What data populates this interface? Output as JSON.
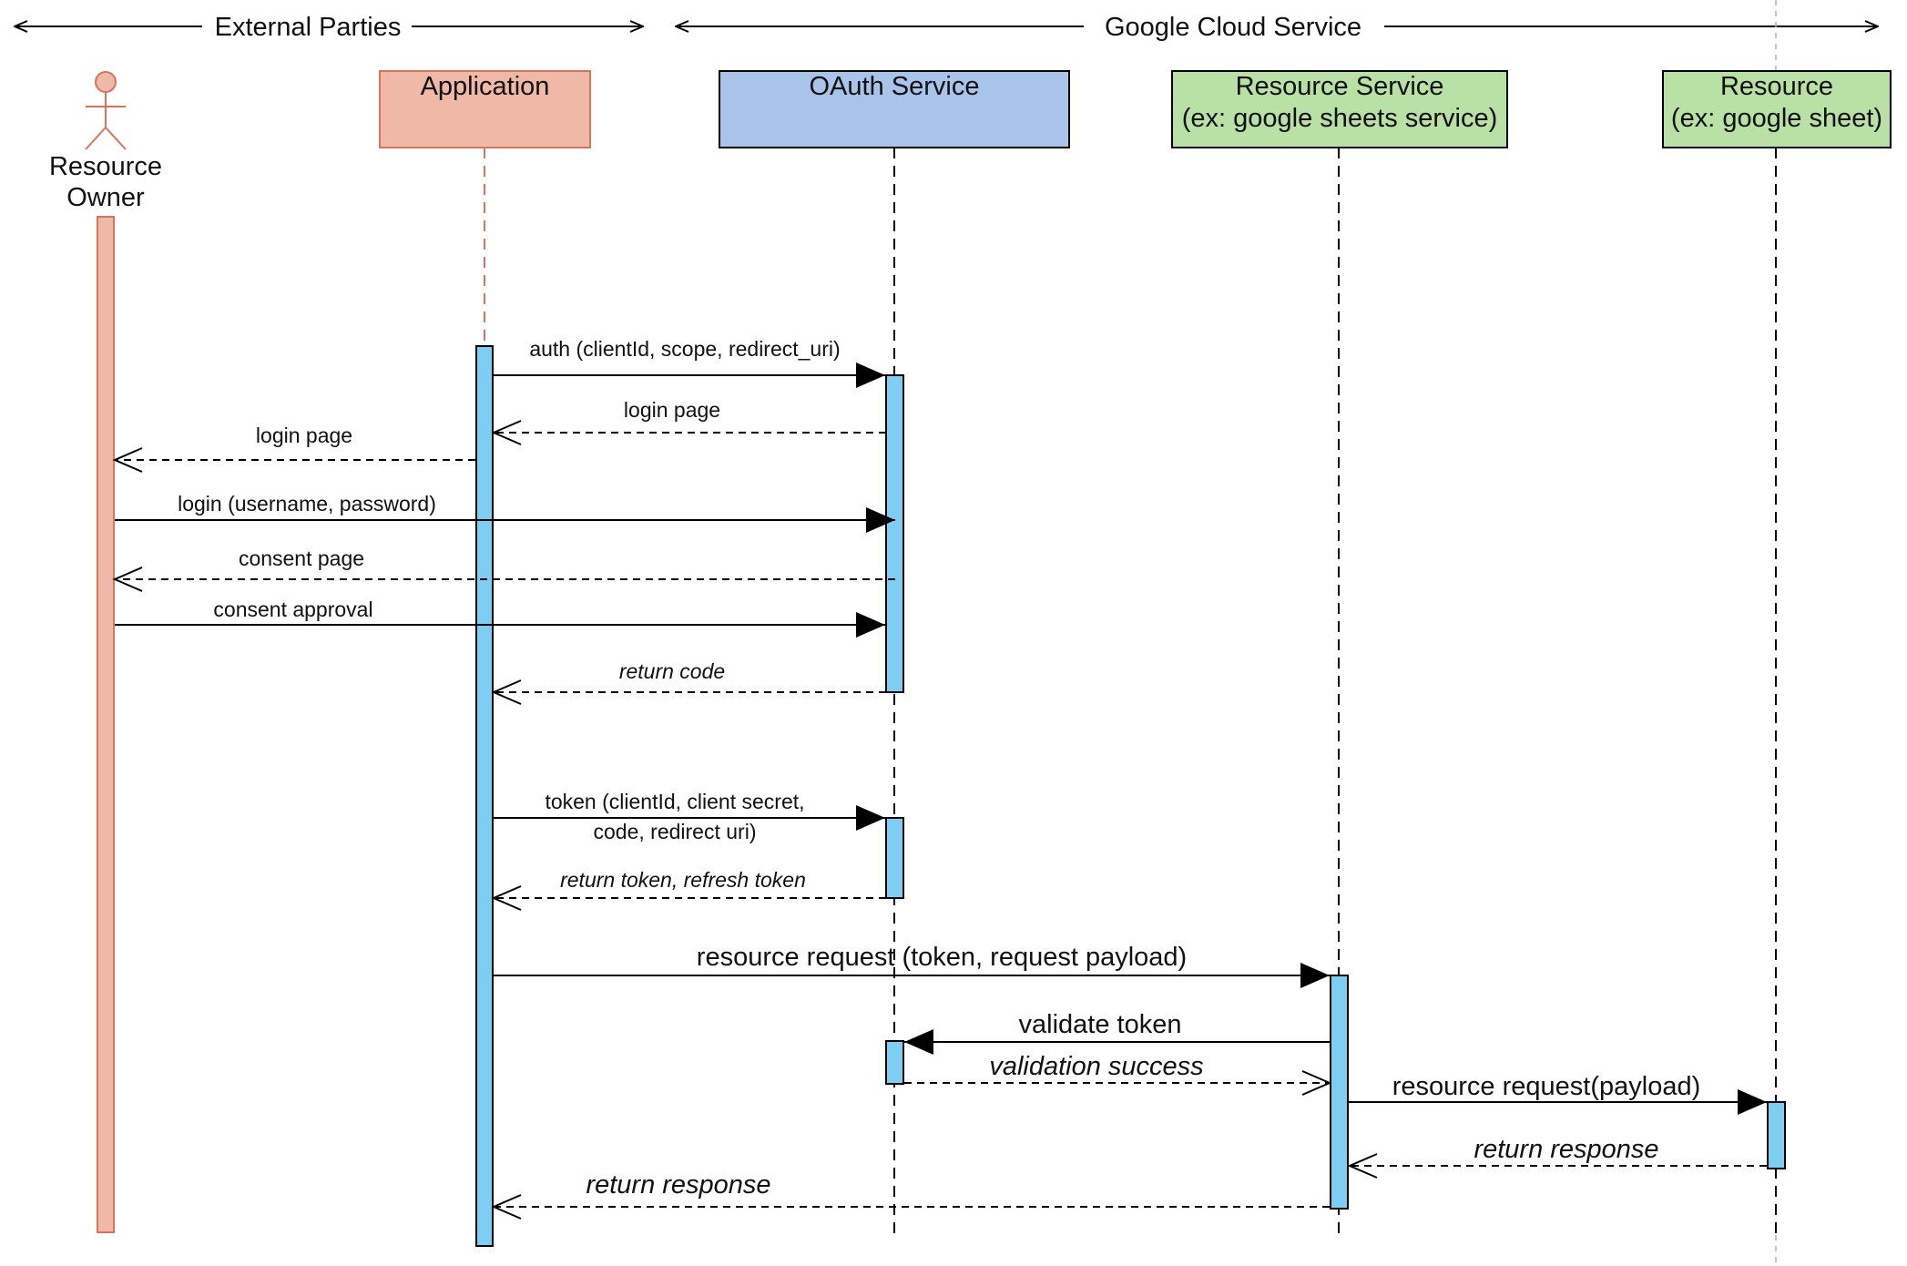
{
  "scopes": [
    {
      "id": "external",
      "label": "External Parties"
    },
    {
      "id": "gcs",
      "label": "Google Cloud Service"
    }
  ],
  "participants": [
    {
      "id": "owner",
      "kind": "actor",
      "lines": [
        "Resource",
        "Owner"
      ],
      "fill": "#f0b8a6",
      "stroke": "#d9735a"
    },
    {
      "id": "app",
      "kind": "box",
      "lines": [
        "Application"
      ],
      "fill": "#f0b8a6",
      "stroke": "#d9735a"
    },
    {
      "id": "oauth",
      "kind": "box",
      "lines": [
        "OAuth Service"
      ],
      "fill": "#a9c4eb",
      "stroke": "#000000"
    },
    {
      "id": "rsvc",
      "kind": "box",
      "lines": [
        "Resource Service",
        "(ex: google sheets service)"
      ],
      "fill": "#b9e0a5",
      "stroke": "#000000"
    },
    {
      "id": "res",
      "kind": "box",
      "lines": [
        "Resource",
        "(ex: google sheet)"
      ],
      "fill": "#b9e0a5",
      "stroke": "#000000"
    }
  ],
  "messages": [
    {
      "id": "auth",
      "lines": [
        "auth (clientId, scope, redirect_uri)"
      ],
      "type": "sync",
      "italic": false
    },
    {
      "id": "login-page-1",
      "lines": [
        "login page"
      ],
      "type": "return",
      "italic": false
    },
    {
      "id": "login-page-2",
      "lines": [
        "login page"
      ],
      "type": "return",
      "italic": false
    },
    {
      "id": "login",
      "lines": [
        "login (username, password)"
      ],
      "type": "sync",
      "italic": false
    },
    {
      "id": "consent-page",
      "lines": [
        "consent page"
      ],
      "type": "return",
      "italic": false
    },
    {
      "id": "consent-approval",
      "lines": [
        "consent approval"
      ],
      "type": "sync",
      "italic": false
    },
    {
      "id": "return-code",
      "lines": [
        "return code"
      ],
      "type": "return",
      "italic": true
    },
    {
      "id": "token",
      "lines": [
        "token (clientId, client secret,",
        "code, redirect uri)"
      ],
      "type": "sync",
      "italic": false
    },
    {
      "id": "return-token",
      "lines": [
        "return token, refresh token"
      ],
      "type": "return",
      "italic": true
    },
    {
      "id": "resource-request",
      "lines": [
        "resource request (token, request payload)"
      ],
      "type": "sync",
      "italic": false
    },
    {
      "id": "validate-token",
      "lines": [
        "validate token"
      ],
      "type": "sync",
      "italic": false
    },
    {
      "id": "validation-success",
      "lines": [
        "validation success"
      ],
      "type": "return",
      "italic": true
    },
    {
      "id": "resource-request-payload",
      "lines": [
        "resource request(payload)"
      ],
      "type": "sync",
      "italic": false
    },
    {
      "id": "return-response-1",
      "lines": [
        "return response"
      ],
      "type": "return",
      "italic": true
    },
    {
      "id": "return-response-2",
      "lines": [
        "return response"
      ],
      "type": "return",
      "italic": true
    }
  ],
  "colors": {
    "activation": "#7ecef4",
    "owner_lifeline": "#f0b8a6",
    "owner_stroke": "#d9735a",
    "line": "#000000",
    "resource_lifeline": "#b0b0b0"
  }
}
